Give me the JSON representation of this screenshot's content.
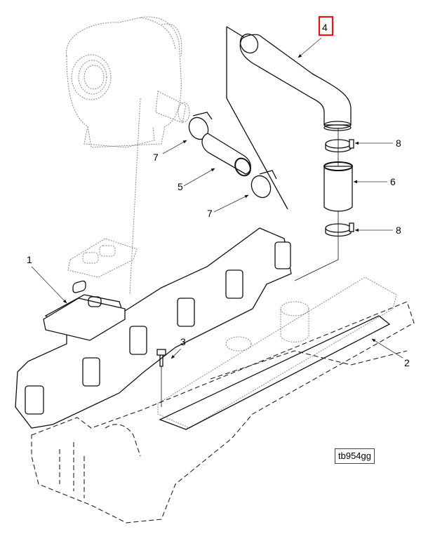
{
  "diagram": {
    "figure_id": "tb954gg",
    "highlight_color": "#e8141a",
    "highlighted_callout": "4",
    "callouts": [
      {
        "id": "c1",
        "label": "1",
        "part": "exhaust-manifold"
      },
      {
        "id": "c2",
        "label": "2",
        "part": "rocker-cover-gasket"
      },
      {
        "id": "c3",
        "label": "3",
        "part": "bolt"
      },
      {
        "id": "c4",
        "label": "4",
        "part": "elbow-hose"
      },
      {
        "id": "c5",
        "label": "5",
        "part": "hose"
      },
      {
        "id": "c6",
        "label": "6",
        "part": "hose"
      },
      {
        "id": "c7a",
        "label": "7",
        "part": "hose-clamp"
      },
      {
        "id": "c7b",
        "label": "7",
        "part": "hose-clamp"
      },
      {
        "id": "c8a",
        "label": "8",
        "part": "hose-clamp"
      },
      {
        "id": "c8b",
        "label": "8",
        "part": "hose-clamp"
      }
    ]
  }
}
